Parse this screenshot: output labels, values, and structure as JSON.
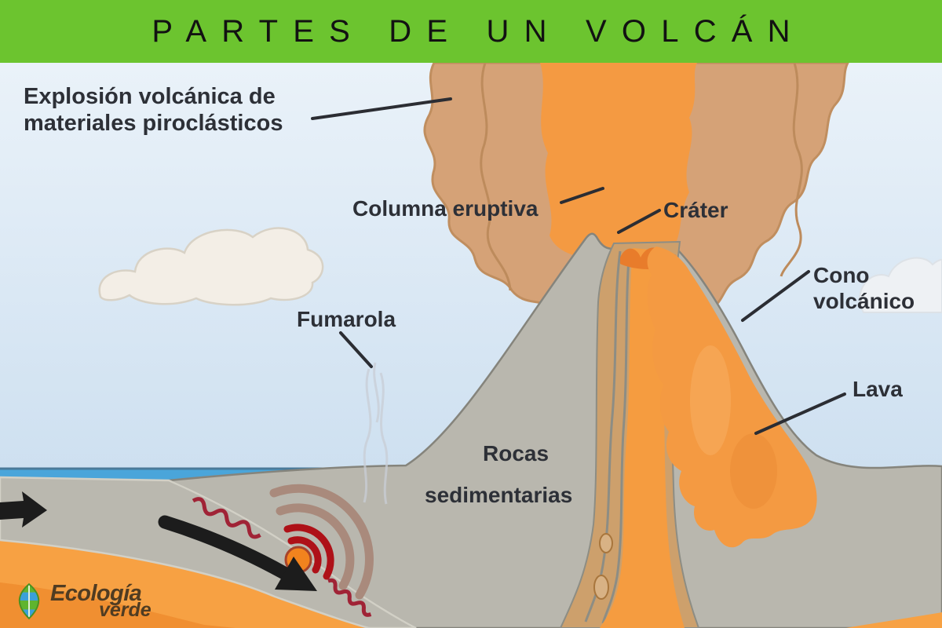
{
  "header": {
    "title": "PARTES DE UN VOLCÁN"
  },
  "diagram": {
    "labels": {
      "explosion_line1": "Explosión volcánica de",
      "explosion_line2": "materiales piroclásticos",
      "columna_eruptiva": "Columna eruptiva",
      "crater": "Cráter",
      "cono_line1": "Cono",
      "cono_line2": "volcánico",
      "lava": "Lava",
      "fumarola": "Fumarola",
      "rocas_line1": "Rocas",
      "rocas_line2": "sedimentarias"
    },
    "colors": {
      "header_green": "#6cc42f",
      "sky_top": "#eaf2f9",
      "sky_bottom": "#c3d9ed",
      "sea_blue": "#4aa5da",
      "land_gray": "#b9b7ae",
      "magma_orange": "#f59c40",
      "ash_cloud_tan": "#d5a277",
      "label_text": "#2d3037",
      "seismic_red": "#a02336",
      "hypocenter_orange": "#f2831e"
    }
  },
  "logo": {
    "brand_line1": "Ecología",
    "brand_line2": "verde"
  }
}
